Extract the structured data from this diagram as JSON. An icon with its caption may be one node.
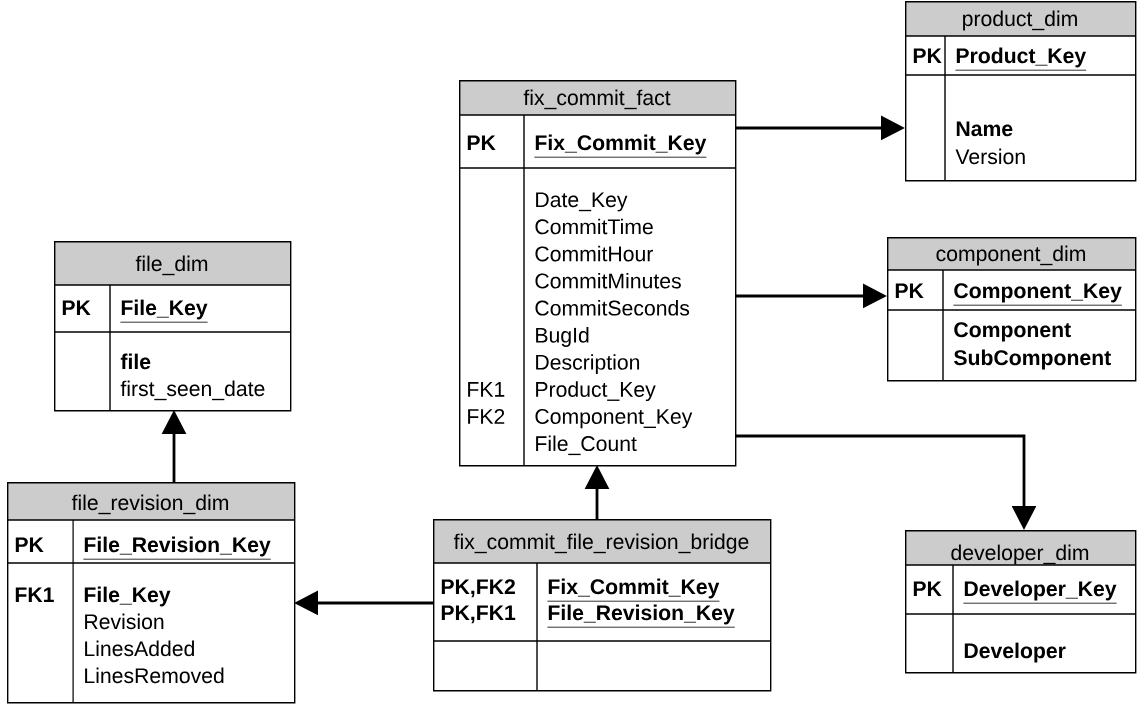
{
  "diagram": {
    "nodes": [
      {
        "text": [
          "fix_commit_fact",
          "PK",
          "Fix_Commit_Key",
          "Date_Key",
          "CommitTime",
          "CommitHour",
          "CommitMinutes",
          "CommitSeconds",
          "BugId",
          "Description",
          "FK1",
          "Product_Key",
          "FK2",
          "Component_Key",
          "File_Count"
        ]
      },
      {
        "text": [
          "product_dim",
          "PK",
          "Product_Key",
          "Name",
          "Version"
        ]
      },
      {
        "text": [
          "component_dim",
          "PK",
          "Component_Key",
          "Component",
          "SubComponent"
        ]
      },
      {
        "text": [
          "developer_dim",
          "PK",
          "Developer_Key",
          "Developer"
        ]
      },
      {
        "text": [
          "file_dim",
          "PK",
          "File_Key",
          "file",
          "first_seen_date"
        ]
      },
      {
        "text": [
          "file_revision_dim",
          "PK",
          "File_Revision_Key",
          "FK1",
          "File_Key",
          "Revision",
          "LinesAdded",
          "LinesRemoved"
        ]
      },
      {
        "text": [
          "fix_commit_file_revision_bridge",
          "PK,FK2",
          "Fix_Commit_Key",
          "PK,FK1",
          "File_Revision_Key"
        ]
      }
    ],
    "edges": [
      {
        "from": 0,
        "to": 1,
        "arrow": "to"
      },
      {
        "from": 0,
        "to": 2,
        "arrow": "to"
      },
      {
        "from": 0,
        "to": 3,
        "arrow": "to"
      },
      {
        "from": 5,
        "to": 4,
        "arrow": "to"
      },
      {
        "from": 6,
        "to": 0,
        "arrow": "to"
      },
      {
        "from": 6,
        "to": 5,
        "arrow": "to"
      }
    ]
  }
}
